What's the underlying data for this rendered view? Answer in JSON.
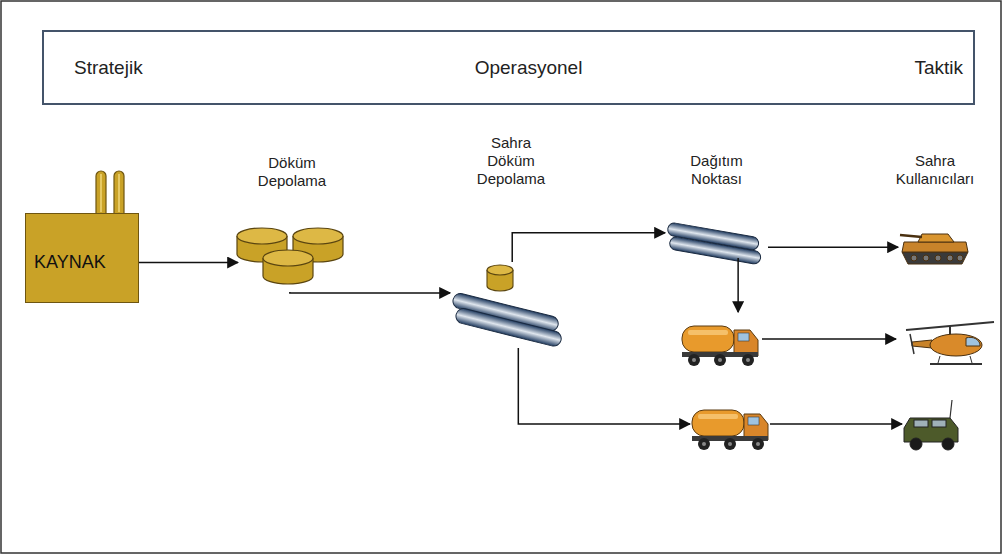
{
  "diagram": {
    "nodes": [
      {
        "text": [
          "Stratejik",
          "Operasyonel",
          "Taktik"
        ]
      },
      {
        "text": [
          "KAYNAK"
        ]
      },
      {
        "text": [
          "Döküm Depolama"
        ]
      },
      {
        "text": [
          "Sahra Döküm Depolama"
        ]
      },
      {
        "text": [
          "Dağıtım Noktası"
        ]
      },
      {
        "text": []
      },
      {
        "text": []
      },
      {
        "text": [
          "Sahra Kullanıcıları"
        ]
      },
      {
        "text": []
      },
      {
        "text": []
      }
    ],
    "edges": [
      {
        "from": 1,
        "to": 2,
        "arrow": "to"
      },
      {
        "from": 2,
        "to": 3,
        "arrow": "to"
      },
      {
        "from": 3,
        "to": 4,
        "arrow": "to"
      },
      {
        "from": 4,
        "to": 5,
        "arrow": "to"
      },
      {
        "from": 4,
        "to": 7,
        "arrow": "to"
      },
      {
        "from": 5,
        "to": 8,
        "arrow": "to"
      },
      {
        "from": 3,
        "to": 6,
        "arrow": "to"
      },
      {
        "from": 6,
        "to": 9,
        "arrow": "to"
      }
    ]
  }
}
